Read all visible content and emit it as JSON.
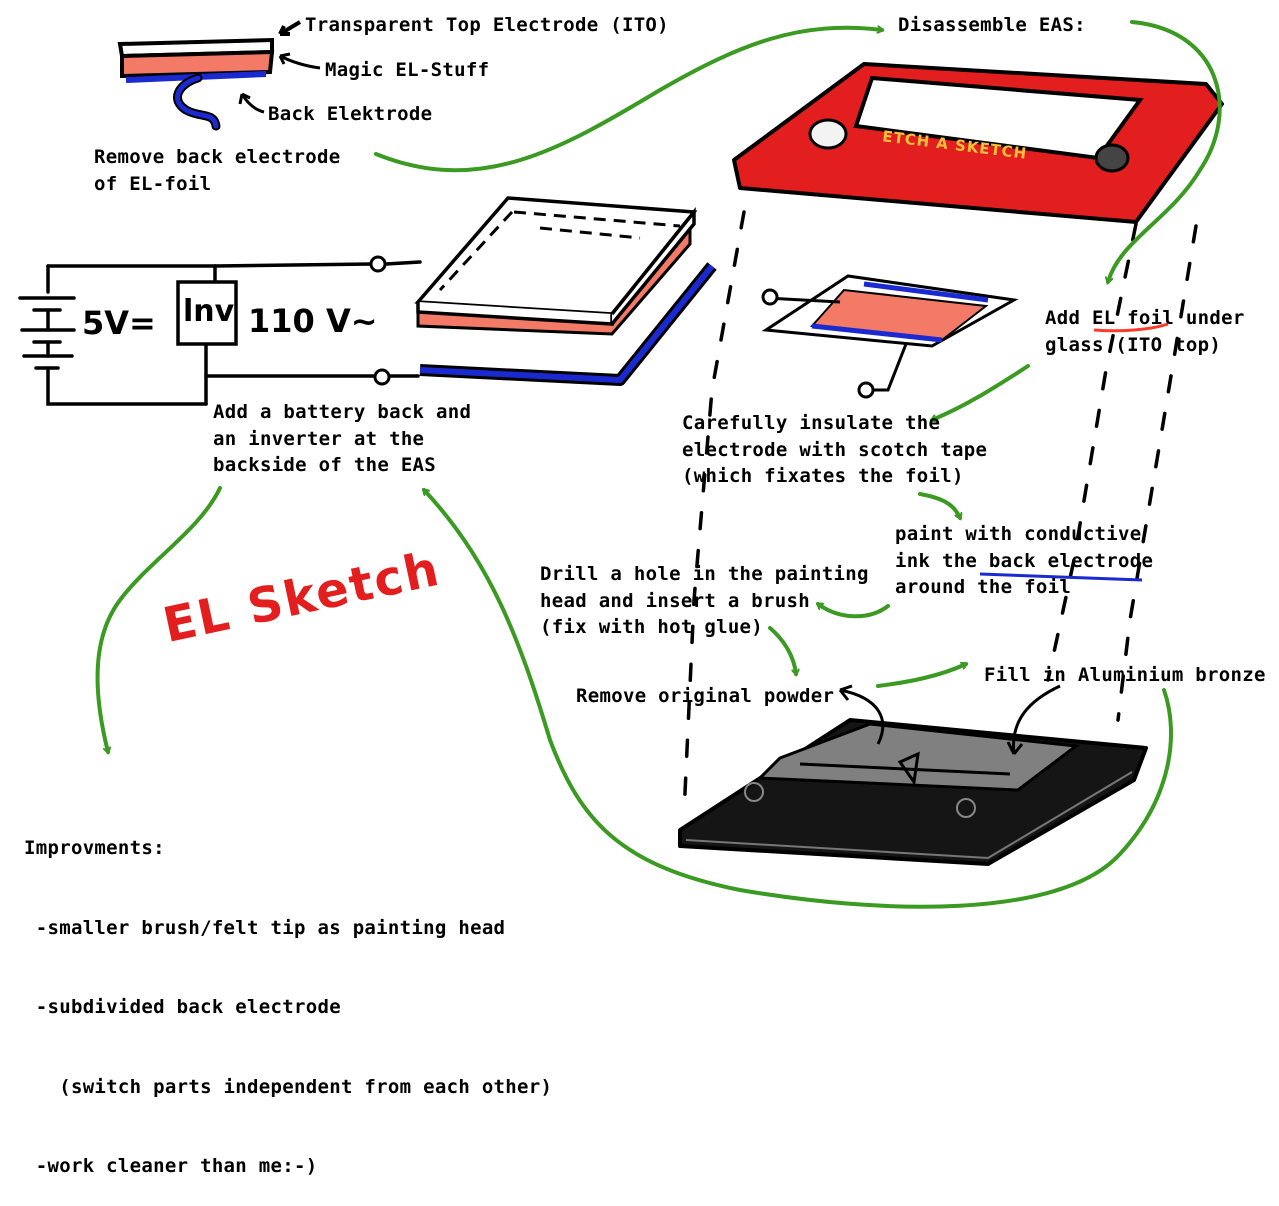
{
  "title": "EL Sketch",
  "layer_labels": {
    "top": "Transparent Top Electrode (ITO)",
    "middle": "Magic EL-Stuff",
    "back": "Back Elektrode"
  },
  "circuit": {
    "battery": "5V=",
    "inverter": "lnv",
    "ac": "110 V~"
  },
  "logo_text": "ETCH A SKETCH",
  "steps": {
    "remove_back": [
      "Remove back electrode",
      "of EL-foil"
    ],
    "disassemble": "Disassemble EAS:",
    "add_foil": [
      "Add EL foil under",
      "glass (ITO top)"
    ],
    "insulate": [
      "Carefully insulate the",
      "electrode with scotch tape",
      "(which fixates the foil)"
    ],
    "paint": [
      "paint with conductive",
      "ink the back electrode",
      "around the foil"
    ],
    "drill": [
      "Drill a hole in the painting",
      "head and insert a brush",
      "(fix with hot glue)"
    ],
    "remove_powder": "Remove original powder",
    "fill": "Fill in Aluminium bronze",
    "battery_pack": [
      "Add a battery back and",
      "an inverter at the",
      "backside of the EAS"
    ]
  },
  "improvements": [
    "Improvments:",
    " -smaller brush/felt tip as painting head",
    " -subdivided back electrode",
    "   (switch parts independent from each other)",
    " -work cleaner than me:-)"
  ],
  "colors": {
    "arrow_green": "#3a9a22",
    "el_salmon": "#f27a66",
    "electrode_blue": "#1a2ad0",
    "eas_red": "#e31e1e",
    "title_red": "#e31e1e",
    "underline_red": "#ff3a2a"
  }
}
